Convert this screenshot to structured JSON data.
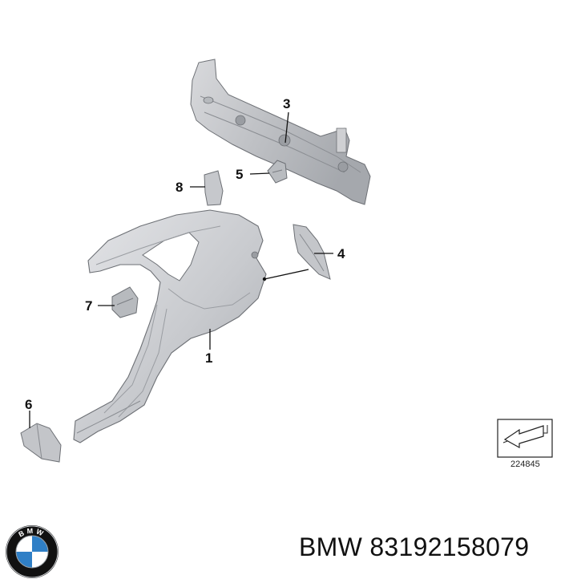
{
  "callouts": {
    "c1": "1",
    "c3": "3",
    "c4": "4",
    "c5": "5",
    "c6": "6",
    "c7": "7",
    "c8": "8"
  },
  "diagram_code": "224845",
  "brand": "BMW",
  "part_number": "83192158079",
  "logo_text": "BMW",
  "colors": {
    "part_fill": "#c9cbcf",
    "part_shade": "#a9acb1",
    "part_light": "#e3e4e7",
    "outline": "#6d7075",
    "leader": "#111111",
    "logo_blue": "#2f7fc6",
    "logo_ring": "#111111"
  }
}
